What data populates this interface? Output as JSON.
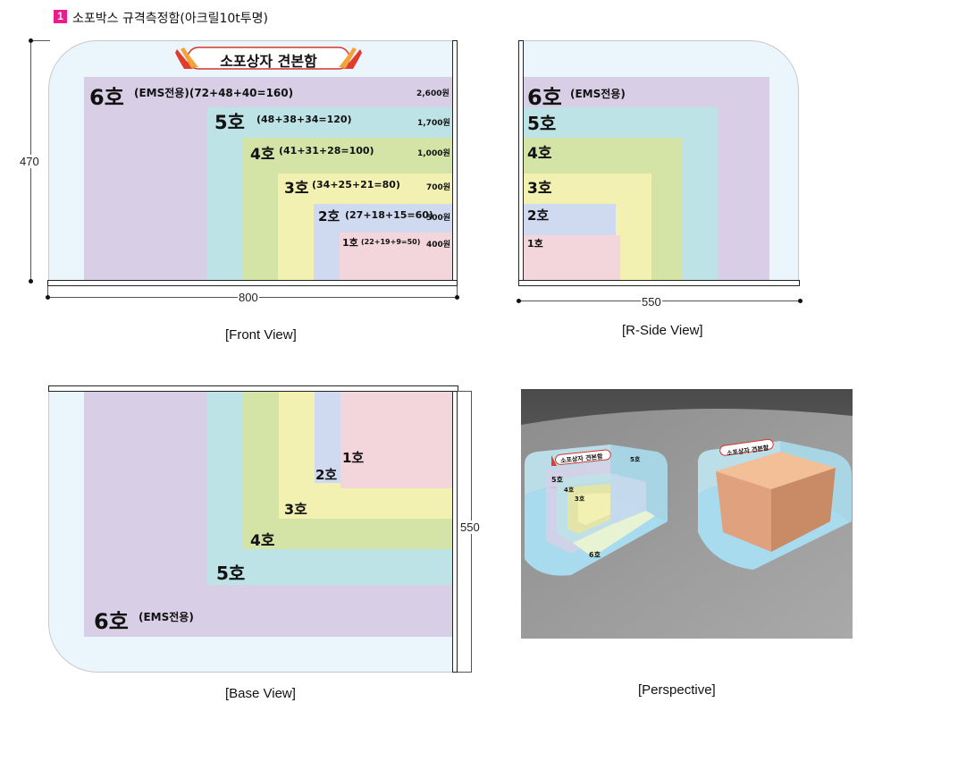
{
  "header": {
    "badge": "1",
    "title": "소포박스 규격측정함(아크릴10t투명)"
  },
  "colors": {
    "acrylic": "#eaf6fc",
    "size6": "#d8cfe6",
    "size5": "#bde3e6",
    "size4": "#d3e4a6",
    "size3": "#f2f1b2",
    "size2": "#cfd9ef",
    "size1": "#f3d6dc",
    "badge": "#e91e8c"
  },
  "banner": {
    "text": "소포상자 견본함"
  },
  "front": {
    "caption": "[Front View]",
    "height_dim": "470",
    "width_dim": "800",
    "sizes": [
      {
        "num": "6호",
        "spec": "(EMS전용)(72+48+40=160)",
        "price": "2,600원"
      },
      {
        "num": "5호",
        "spec": "(48+38+34=120)",
        "price": "1,700원"
      },
      {
        "num": "4호",
        "spec": "(41+31+28=100)",
        "price": "1,000원"
      },
      {
        "num": "3호",
        "spec": "(34+25+21=80)",
        "price": "700원"
      },
      {
        "num": "2호",
        "spec": "(27+18+15=60)",
        "price": "500원"
      },
      {
        "num": "1호",
        "spec": "(22+19+9=50)",
        "price": "400원"
      }
    ]
  },
  "side": {
    "caption": "[R-Side View]",
    "width_dim": "550",
    "sizes": [
      {
        "num": "6호",
        "spec": "(EMS전용)"
      },
      {
        "num": "5호"
      },
      {
        "num": "4호"
      },
      {
        "num": "3호"
      },
      {
        "num": "2호"
      },
      {
        "num": "1호"
      }
    ]
  },
  "base": {
    "caption": "[Base View]",
    "depth_dim": "550",
    "sizes": [
      {
        "num": "6호",
        "spec": "(EMS전용)"
      },
      {
        "num": "5호"
      },
      {
        "num": "4호"
      },
      {
        "num": "3호"
      },
      {
        "num": "2호"
      },
      {
        "num": "1호"
      }
    ]
  },
  "perspective": {
    "caption": "[Perspective]",
    "banner_left": "소포상자 견본함",
    "banner_right": "소포상자 견본함",
    "left_label_6": "6호",
    "left_label_5": "5호",
    "left_label_4": "4호",
    "left_label_3": "3호",
    "right_label_5": "5호"
  }
}
